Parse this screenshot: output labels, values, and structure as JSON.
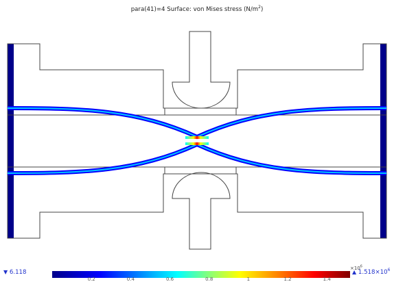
{
  "plot": {
    "title_prefix": "para(41)=4   Surface: von Mises stress (N/m",
    "title_exponent": "2",
    "title_suffix": ")"
  },
  "legend": {
    "min_value": "6.118",
    "max_value": "1.518×10",
    "max_exponent": "6",
    "multiplier": "×10",
    "multiplier_exponent": "6",
    "ticks": [
      "0.2",
      "0.4",
      "0.6",
      "0.8",
      "1",
      "1.2",
      "1.4"
    ]
  },
  "colors": {
    "low": "#00008a",
    "high": "#800000",
    "outline": "#444444",
    "indicator": "#2233cc"
  }
}
